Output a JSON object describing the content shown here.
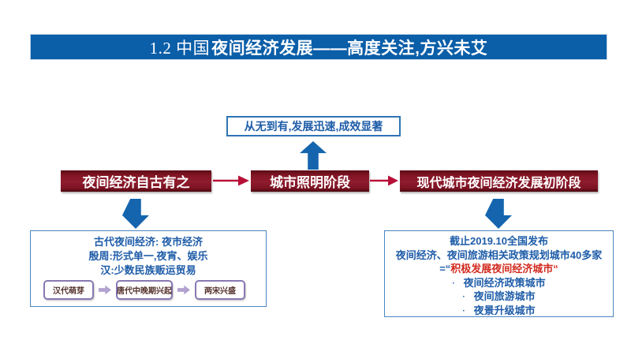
{
  "title": {
    "prefix": "1.2 中国",
    "emphasis": "夜间经济发展——高度关注,方兴未艾"
  },
  "callout": "从无到有,发展迅速,成效显著",
  "stages": [
    "夜间经济自古有之",
    "城市照明阶段",
    "现代城市夜间经济发展初阶段"
  ],
  "ancient": {
    "lines": [
      "古代夜间经济: 夜市经济",
      "殷周:形式单一,夜宵、娱乐",
      "汉:少数民族贩运贸易"
    ],
    "timeline": [
      "汉代萌芽",
      "唐代中晚期兴起",
      "两宋兴盛"
    ]
  },
  "modern": {
    "line1": "截止2019.10全国发布",
    "line2": "夜间经济、夜间旅游相关政策规划城市40多家",
    "eq_prefix": "=“",
    "eq_highlight": "积极发展夜间经济城市“",
    "bullet_glyph": "·",
    "bullets": [
      "夜间经济政策城市",
      "夜间旅游城市",
      "夜景升级城市"
    ]
  },
  "colors": {
    "banner_blue": "#0B5EA8",
    "stage_maroon": "#851626",
    "flow_arrow_red": "#B81038",
    "block_arrow_blue": "#1565AE",
    "text_blue": "#1E5CA8",
    "highlight_red": "#D22B20",
    "timeline_border_purple": "#8878B2",
    "timeline_arrow_purple": "#B3A2D0",
    "panel_border_blue": "#4A86C4"
  }
}
